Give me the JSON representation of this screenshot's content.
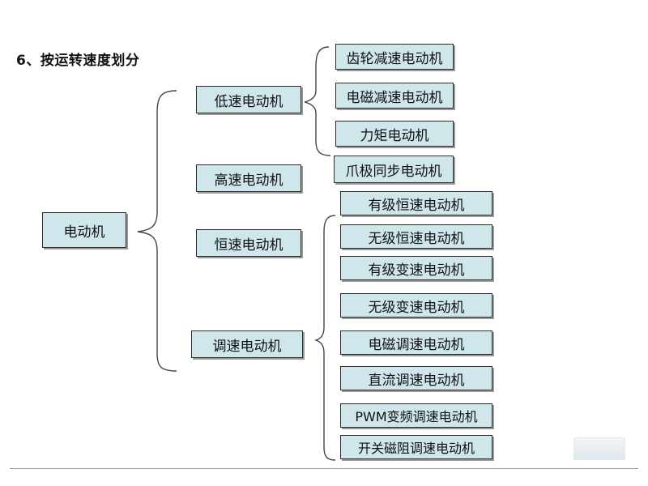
{
  "title": "6、按运转速度划分",
  "root": "电动机",
  "level1": [
    "低速电动机",
    "高速电动机",
    "恒速电动机",
    "调速电动机"
  ],
  "low_speed_children": [
    "齿轮减速电动机",
    "电磁减速电动机",
    "力矩电动机",
    "爪极同步电动机"
  ],
  "speed_control_children": [
    "有级恒速电动机",
    "无级恒速电动机",
    "有级变速电动机",
    "无级变速电动机",
    "电磁调速电动机",
    "直流调速电动机",
    "PWM变频调速电动机",
    "开关磁阻调速电动机"
  ]
}
